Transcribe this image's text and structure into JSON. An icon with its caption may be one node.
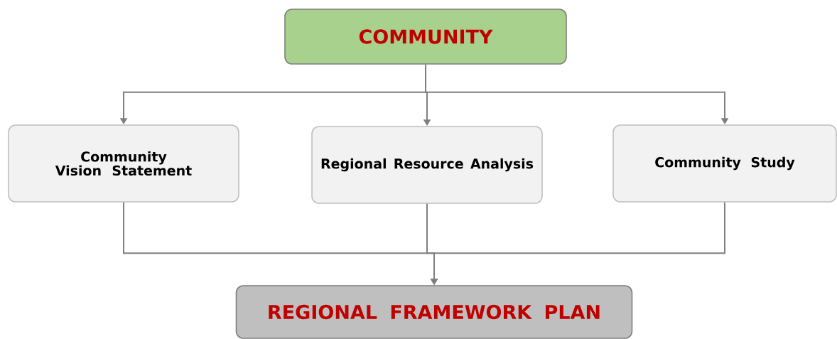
{
  "diagram": {
    "nodes": [
      {
        "text": [
          "COMMUNITY"
        ]
      },
      {
        "text": [
          "Community Vision Statement"
        ]
      },
      {
        "text": [
          "Regional Resource Analysis"
        ]
      },
      {
        "text": [
          "Community Study"
        ]
      },
      {
        "text": [
          "REGIONAL FRAMEWORK PLAN"
        ]
      }
    ],
    "edges": [
      {
        "from": 0,
        "to": 1,
        "arrow": "to"
      },
      {
        "from": 0,
        "to": 2,
        "arrow": "to"
      },
      {
        "from": 0,
        "to": 3,
        "arrow": "to"
      },
      {
        "from": 1,
        "to": 4,
        "arrow": "to"
      },
      {
        "from": 2,
        "to": 4,
        "arrow": "to"
      },
      {
        "from": 3,
        "to": 4,
        "arrow": "to"
      }
    ]
  }
}
